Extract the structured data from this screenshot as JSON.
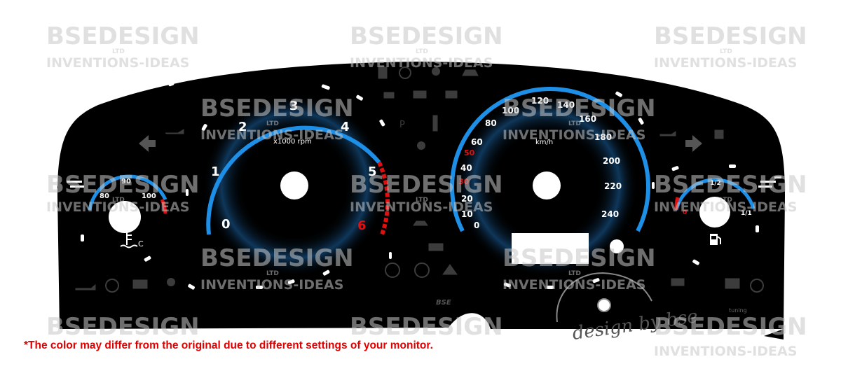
{
  "watermark": {
    "brand": "BSEDESIGN",
    "ltd": "LTD",
    "tagline": "INVENTIONS-IDEAS"
  },
  "tachometer": {
    "unit": "x1000 rpm",
    "labels": [
      "0",
      "1",
      "2",
      "3",
      "4",
      "5",
      "6"
    ],
    "redline_label": "6"
  },
  "speedometer": {
    "unit": "km/h",
    "labels": [
      "0",
      "10",
      "20",
      "30",
      "40",
      "50",
      "60",
      "80",
      "100",
      "120",
      "140",
      "160",
      "180",
      "200",
      "220",
      "240"
    ],
    "red_labels": [
      "30",
      "50"
    ]
  },
  "temp_gauge": {
    "labels": [
      "80",
      "90",
      "100"
    ],
    "unit_symbol": "C"
  },
  "fuel_gauge": {
    "labels": [
      "0",
      "1/2",
      "1/1"
    ]
  },
  "center_logo": "BSE",
  "signature": "design by bse",
  "signature_small": "tuning",
  "disclaimer": "*The color may differ from the original due to different settings of your monitor.",
  "colors": {
    "panel": "#000000",
    "accent_blue": "#1e8fe6",
    "warning_red": "#e01010",
    "watermark": "#c8c8c8"
  }
}
